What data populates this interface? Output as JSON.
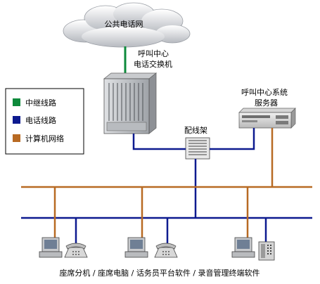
{
  "cloud_label": "公共电话网",
  "switch_label_line1": "呼叫中心",
  "switch_label_line2": "电话交换机",
  "server_label_line1": "呼叫中心系统",
  "server_label_line2": "服务器",
  "distribution_frame_label": "配线架",
  "legend": {
    "items": [
      {
        "label": "中继线路",
        "color": "#0d8a3b"
      },
      {
        "label": "电话线路",
        "color": "#0d1a8f"
      },
      {
        "label": "计算机网络",
        "color": "#b86a23"
      }
    ]
  },
  "bottom_caption": "座席分机 / 座席电脑 / 话务员平台软件 / 录音管理终端软件",
  "colors": {
    "trunk": "#0d8a3b",
    "phone": "#0d1a8f",
    "network": "#b86a23"
  }
}
